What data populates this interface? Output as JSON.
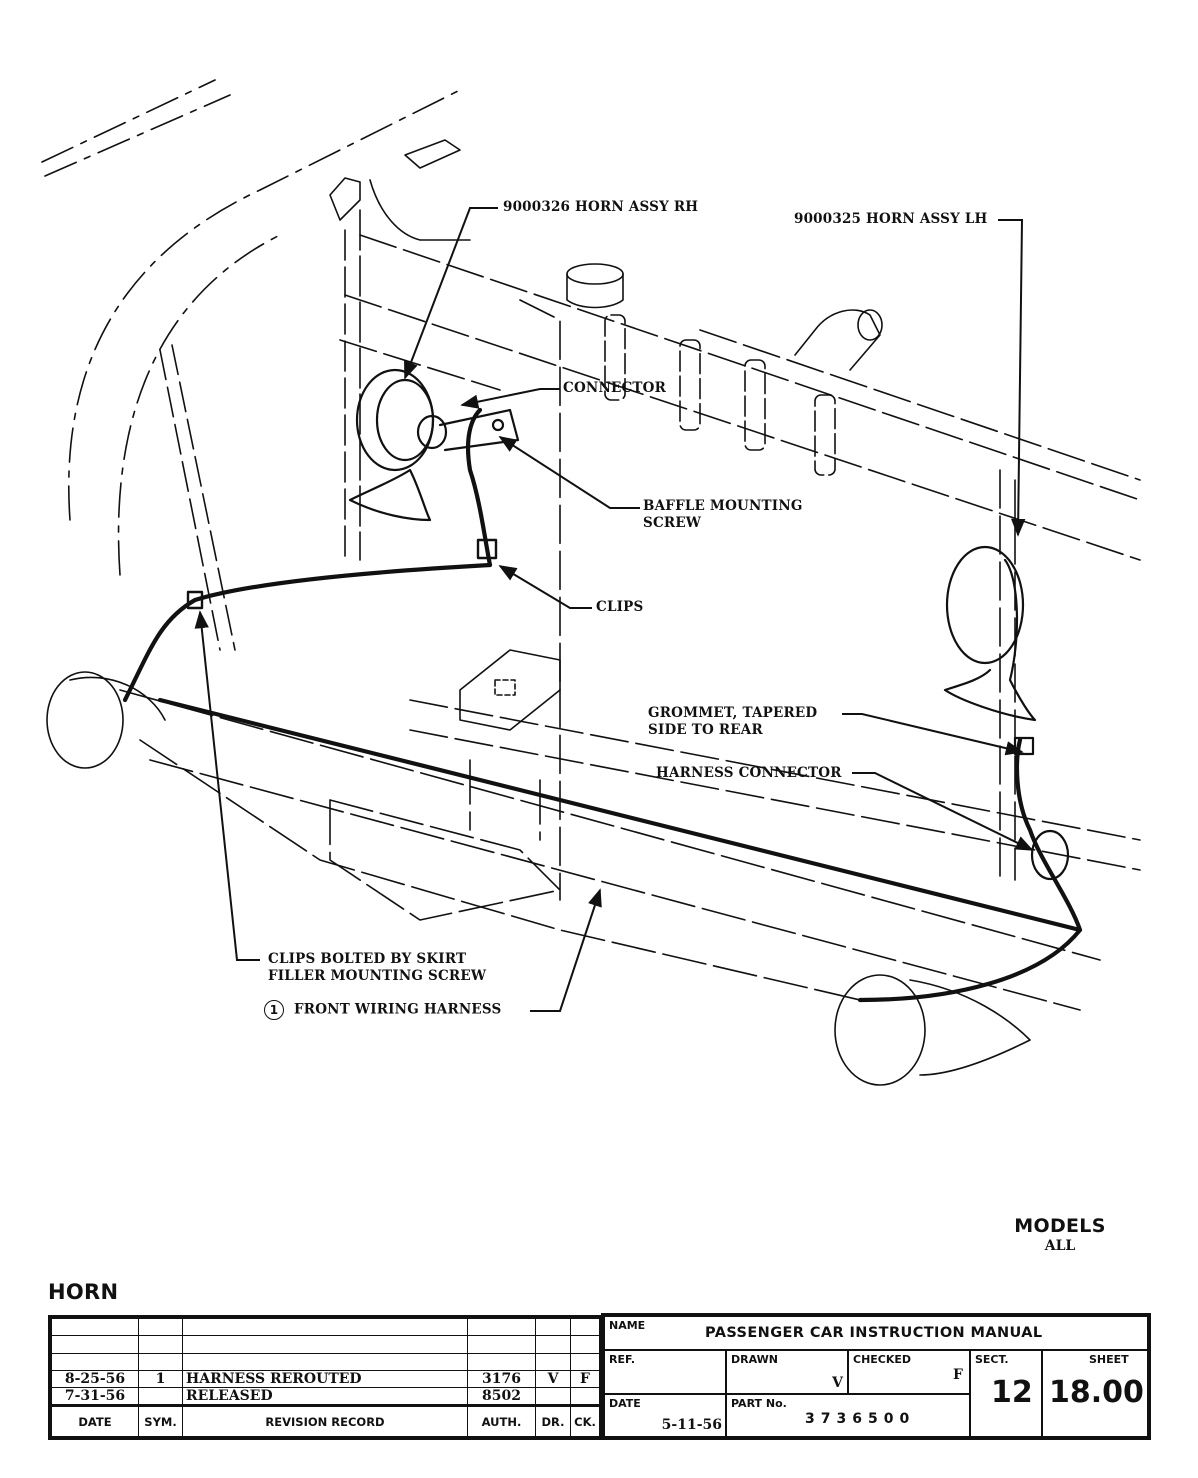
{
  "document": {
    "title": "HORN",
    "models_label": "MODELS",
    "models_value": "ALL"
  },
  "callouts": {
    "horn_rh": "9000326 HORN ASSY RH",
    "horn_lh": "9000325 HORN ASSY LH",
    "connector": "CONNECTOR",
    "baffle_line1": "BAFFLE MOUNTING",
    "baffle_line2": "SCREW",
    "clips": "CLIPS",
    "grommet_line1": "GROMMET, TAPERED",
    "grommet_line2": "SIDE TO REAR",
    "harness_connector": "HARNESS CONNECTOR",
    "clips_bolted_line1": "CLIPS BOLTED BY SKIRT",
    "clips_bolted_line2": "FILLER MOUNTING SCREW",
    "front_harness_symbol": "1",
    "front_harness": "FRONT WIRING HARNESS"
  },
  "revision_record": {
    "rows": [
      {
        "date": "",
        "sym": "",
        "record": "",
        "auth": "",
        "dr": "",
        "ck": ""
      },
      {
        "date": "",
        "sym": "",
        "record": "",
        "auth": "",
        "dr": "",
        "ck": ""
      },
      {
        "date": "",
        "sym": "",
        "record": "",
        "auth": "",
        "dr": "",
        "ck": ""
      },
      {
        "date": "8-25-56",
        "sym": "1",
        "record": "HARNESS REROUTED",
        "auth": "3176",
        "dr": "V",
        "ck": "F"
      },
      {
        "date": "7-31-56",
        "sym": "",
        "record": "RELEASED",
        "auth": "8502",
        "dr": "",
        "ck": ""
      }
    ],
    "headers": {
      "date": "DATE",
      "sym": "SYM.",
      "record": "REVISION RECORD",
      "auth": "AUTH.",
      "dr": "DR.",
      "ck": "CK."
    }
  },
  "title_block": {
    "name_label": "NAME",
    "name_value": "PASSENGER CAR INSTRUCTION MANUAL",
    "ref_label": "REF.",
    "ref_value": "",
    "drawn_label": "DRAWN",
    "drawn_value": "V",
    "checked_label": "CHECKED",
    "checked_value": "F",
    "sect_label": "SECT.",
    "sect_value": "12",
    "sheet_label": "SHEET",
    "sheet_value": "18.00",
    "date_label": "DATE",
    "date_value": "5-11-56",
    "part_label": "PART No.",
    "part_value": "3736500"
  }
}
